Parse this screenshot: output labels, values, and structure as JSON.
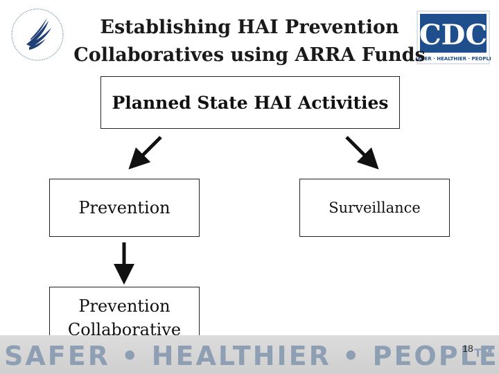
{
  "slide": {
    "title": "Establishing HAI Prevention Collaboratives using ARRA Funds",
    "page_number": "18"
  },
  "diagram": {
    "root": "Planned State HAI Activities",
    "left": "Prevention",
    "right": "Surveillance",
    "bottom_line1": "Prevention",
    "bottom_line2": "Collaborative"
  },
  "logos": {
    "left": "hhs-eagle-icon",
    "right": "cdc-logo",
    "cdc_text": "CDC",
    "cdc_tagline": "SAFER · HEALTHIER · PEOPLE"
  },
  "footer": {
    "banner_text": "SAFER • HEALTHIER • PEOPLE",
    "trademark": "TM"
  },
  "colors": {
    "cdc_blue": "#1f4e8c",
    "banner_bg": "#d6d6d6",
    "banner_text": "#8e9fb3"
  }
}
